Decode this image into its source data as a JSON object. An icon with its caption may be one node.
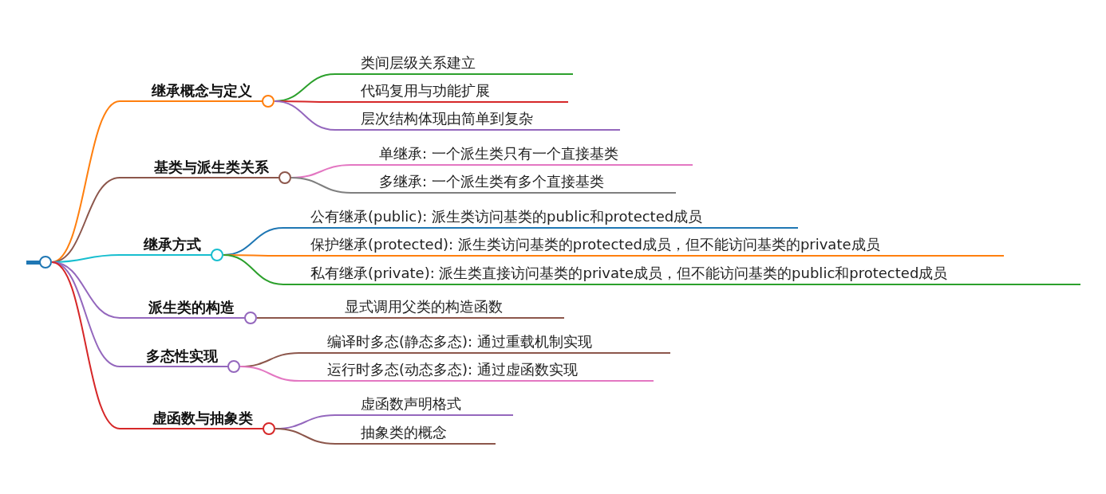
{
  "diagram": {
    "nodes": [
      {
        "text": [],
        "shape": "circle"
      },
      {
        "text": [
          "继承概念与定义"
        ]
      },
      {
        "text": [
          "类间层级关系建立"
        ]
      },
      {
        "text": [
          "代码复用与功能扩展"
        ]
      },
      {
        "text": [
          "层次结构体现由简单到复杂"
        ]
      },
      {
        "text": [
          "基类与派生类关系"
        ]
      },
      {
        "text": [
          "单继承: 一个派生类只有一个直接基类"
        ]
      },
      {
        "text": [
          "多继承: 一个派生类有多个直接基类"
        ]
      },
      {
        "text": [
          "继承方式"
        ]
      },
      {
        "text": [
          "公有继承(public): 派生类访问基类的public和protected成员"
        ]
      },
      {
        "text": [
          "保护继承(protected): 派生类访问基类的protected成员，但不能访问基类的private成员"
        ]
      },
      {
        "text": [
          "私有继承(private): 派生类直接访问基类的private成员，但不能访问基类的public和protected成员"
        ]
      },
      {
        "text": [
          "派生类的构造"
        ]
      },
      {
        "text": [
          "显式调用父类的构造函数"
        ]
      },
      {
        "text": [
          "多态性实现"
        ]
      },
      {
        "text": [
          "编译时多态(静态多态): 通过重载机制实现"
        ]
      },
      {
        "text": [
          "运行时多态(动态多态): 通过虚函数实现"
        ]
      },
      {
        "text": [
          "虚函数与抽象类"
        ]
      },
      {
        "text": [
          "虚函数声明格式"
        ]
      },
      {
        "text": [
          "抽象类的概念"
        ]
      }
    ],
    "edges": [
      {
        "from": 0,
        "to": 1,
        "arrow": "none",
        "color": "#ff7f0e"
      },
      {
        "from": 1,
        "to": 2,
        "arrow": "none",
        "color": "#2ca02c"
      },
      {
        "from": 1,
        "to": 3,
        "arrow": "none",
        "color": "#d62728"
      },
      {
        "from": 1,
        "to": 4,
        "arrow": "none",
        "color": "#9467bd"
      },
      {
        "from": 0,
        "to": 5,
        "arrow": "none",
        "color": "#8c564b"
      },
      {
        "from": 5,
        "to": 6,
        "arrow": "none",
        "color": "#e377c2"
      },
      {
        "from": 5,
        "to": 7,
        "arrow": "none",
        "color": "#7f7f7f"
      },
      {
        "from": 0,
        "to": 8,
        "arrow": "none",
        "color": "#17becf"
      },
      {
        "from": 8,
        "to": 9,
        "arrow": "none",
        "color": "#1f77b4"
      },
      {
        "from": 8,
        "to": 10,
        "arrow": "none",
        "color": "#ff7f0e"
      },
      {
        "from": 8,
        "to": 11,
        "arrow": "none",
        "color": "#2ca02c"
      },
      {
        "from": 0,
        "to": 12,
        "arrow": "none",
        "color": "#9467bd"
      },
      {
        "from": 12,
        "to": 13,
        "arrow": "none",
        "color": "#8c564b"
      },
      {
        "from": 0,
        "to": 14,
        "arrow": "none",
        "color": "#9467bd"
      },
      {
        "from": 14,
        "to": 15,
        "arrow": "none",
        "color": "#8c564b"
      },
      {
        "from": 14,
        "to": 16,
        "arrow": "none",
        "color": "#e377c2"
      },
      {
        "from": 0,
        "to": 17,
        "arrow": "none",
        "color": "#d62728"
      },
      {
        "from": 17,
        "to": 18,
        "arrow": "none",
        "color": "#9467bd"
      },
      {
        "from": 17,
        "to": 19,
        "arrow": "none",
        "color": "#8c564b"
      }
    ]
  }
}
